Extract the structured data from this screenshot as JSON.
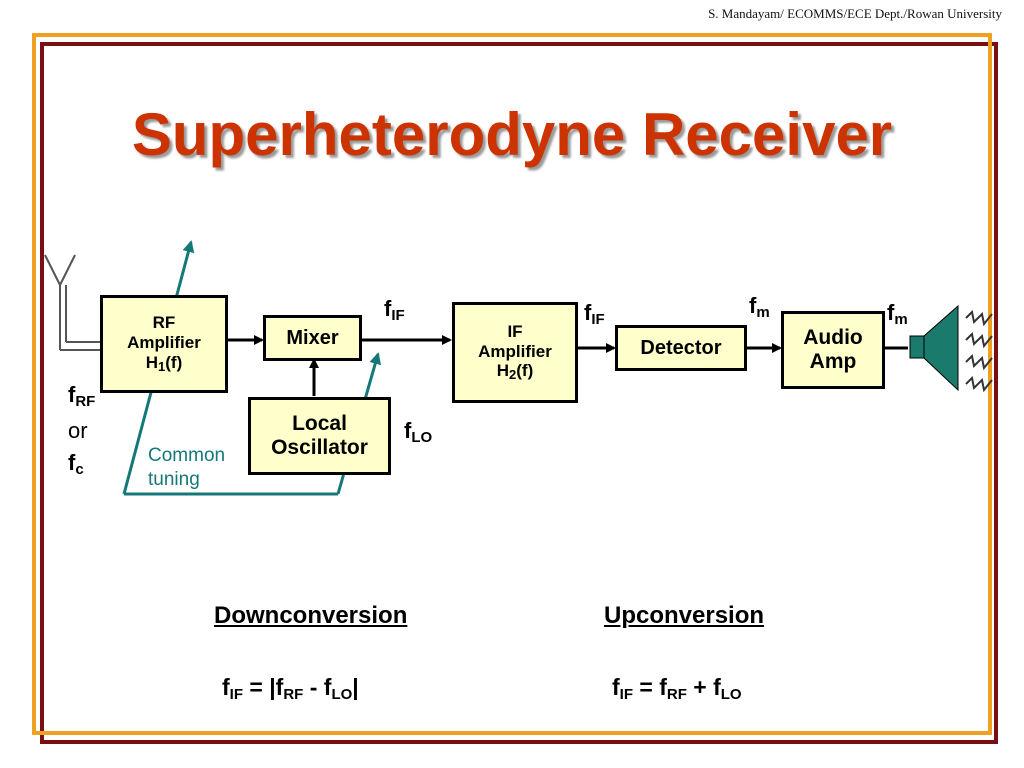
{
  "header": {
    "credit": "S. Mandayam/ ECOMMS/ECE Dept./Rowan University"
  },
  "title": "Superheterodyne Receiver",
  "blocks": {
    "rf_amp": {
      "line1": "RF",
      "line2": "Amplifier",
      "line3_main": "H",
      "line3_sub": "1",
      "line3_tail": "(f)"
    },
    "mixer": {
      "label": "Mixer"
    },
    "local_osc": {
      "line1": "Local",
      "line2": "Oscillator"
    },
    "if_amp": {
      "line1": "IF",
      "line2": "Amplifier",
      "line3_main": "H",
      "line3_sub": "2",
      "line3_tail": "(f)"
    },
    "detector": {
      "label": "Detector"
    },
    "audio_amp": {
      "line1": "Audio",
      "line2": "Amp"
    }
  },
  "signals": {
    "f": "f",
    "sub_IF": "IF",
    "sub_LO": "LO",
    "sub_m": "m",
    "sub_RF": "RF",
    "sub_c": "c",
    "or": "or"
  },
  "common_tuning": {
    "line1": "Common",
    "line2": "tuning"
  },
  "sections": {
    "down": {
      "heading": "Downconversion",
      "eq": {
        "p1": "f",
        "s1": "IF",
        "p2": " = |f",
        "s2": "RF",
        "p3": " - f",
        "s3": "LO",
        "p4": "|"
      }
    },
    "up": {
      "heading": "Upconversion",
      "eq": {
        "p1": "f",
        "s1": "IF",
        "p2": " = f",
        "s2": "RF",
        "p3": " + f",
        "s3": "LO"
      }
    }
  },
  "colors": {
    "title": "#cc3300",
    "frame_outer": "#7a0f12",
    "frame_inner": "#f0a020",
    "block_fill": "#ffffcc",
    "tuning": "#157878"
  }
}
